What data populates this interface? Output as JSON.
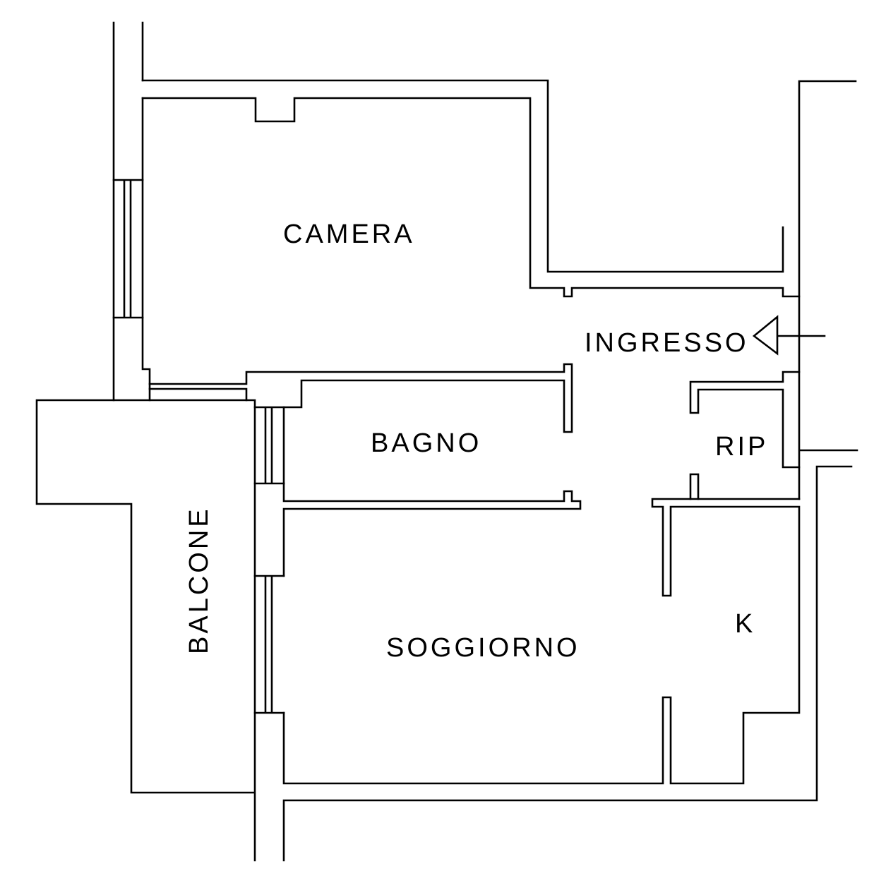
{
  "rooms": {
    "camera": "CAMERA",
    "ingresso": "INGRESSO",
    "bagno": "BAGNO",
    "rip": "RIP",
    "balcone": "BALCONE",
    "soggiorno": "SOGGIORNO",
    "cucina": "K"
  },
  "colors": {
    "line": "#000000",
    "background": "#ffffff"
  },
  "icons": {
    "entrance": "entrance-arrow-icon"
  }
}
